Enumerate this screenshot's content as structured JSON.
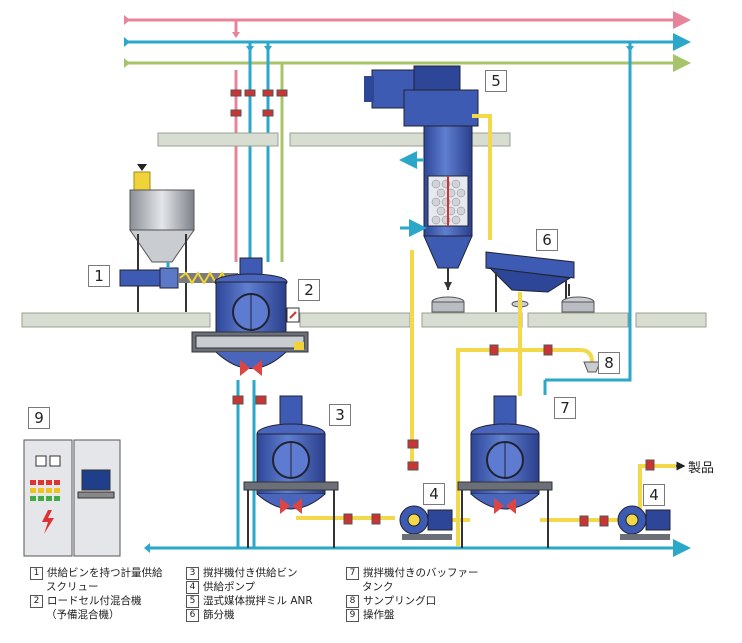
{
  "colors": {
    "pink_line": "#e8849a",
    "blue_line": "#2aa7c9",
    "green_line": "#a8c46a",
    "yellow_line": "#f3d84a",
    "vessel_blue": "#3d5bb3",
    "floor": "#d8ddd1"
  },
  "callouts": [
    "1",
    "2",
    "3",
    "4",
    "4",
    "5",
    "6",
    "7",
    "8",
    "9"
  ],
  "product_label": "製品",
  "legend": [
    {
      "num": "1",
      "lines": [
        "供給ビンを持つ計量供給",
        "スクリュー"
      ]
    },
    {
      "num": "2",
      "lines": [
        "ロードセル付混合機",
        "（予備混合機）"
      ]
    },
    {
      "num": "3",
      "lines": [
        "撹拌機付き供給ビン"
      ]
    },
    {
      "num": "4",
      "lines": [
        "供給ポンプ"
      ]
    },
    {
      "num": "5",
      "lines": [
        "湿式媒体撹拌ミル ANR"
      ]
    },
    {
      "num": "6",
      "lines": [
        "篩分機"
      ]
    },
    {
      "num": "7",
      "lines": [
        "撹拌機付きのバッファー",
        "タンク"
      ]
    },
    {
      "num": "8",
      "lines": [
        "サンプリング口"
      ]
    },
    {
      "num": "9",
      "lines": [
        "操作盤"
      ]
    }
  ]
}
